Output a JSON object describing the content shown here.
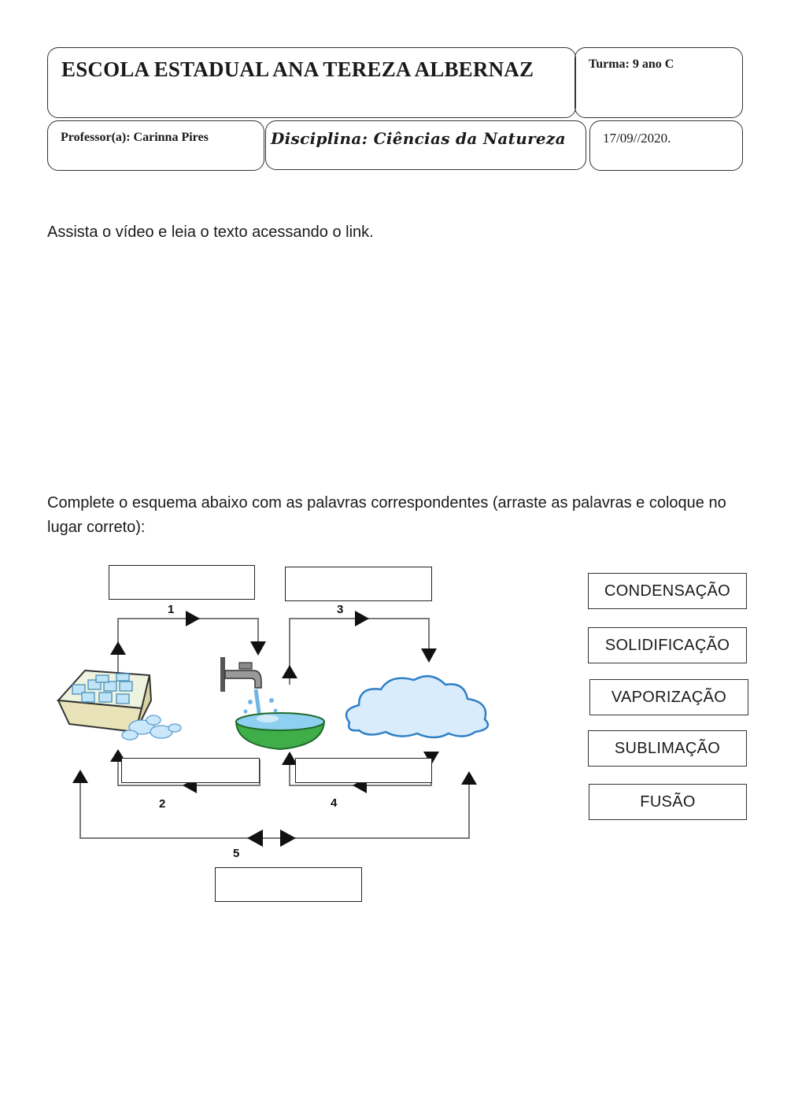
{
  "header": {
    "school": "ESCOLA ESTADUAL ANA TEREZA ALBERNAZ",
    "class": "Turma: 9 ano C",
    "teacher": "Professor(a): Carinna Pires",
    "subject": "Disciplina: Ciências da Natureza",
    "date": "17/09//2020."
  },
  "instructions": {
    "watch": "Assista o vídeo e leia o texto acessando o link.",
    "complete": "Complete o esquema abaixo com as palavras correspondentes (arraste as palavras e coloque no lugar correto):"
  },
  "diagram": {
    "step_labels": [
      "1",
      "2",
      "3",
      "4",
      "5"
    ],
    "icons": [
      "ice-tray-icon",
      "faucet-basin-icon",
      "cloud-icon"
    ]
  },
  "word_bank": [
    "CONDENSAÇÃO",
    "SOLIDIFICAÇÃO",
    "VAPORIZAÇÃO",
    "SUBLIMAÇÃO",
    "FUSÃO"
  ],
  "colors": {
    "line": "#7a7a7a",
    "basin": "#3fae49",
    "water": "#6fb8e6",
    "cloud": "#d9ecfb"
  }
}
